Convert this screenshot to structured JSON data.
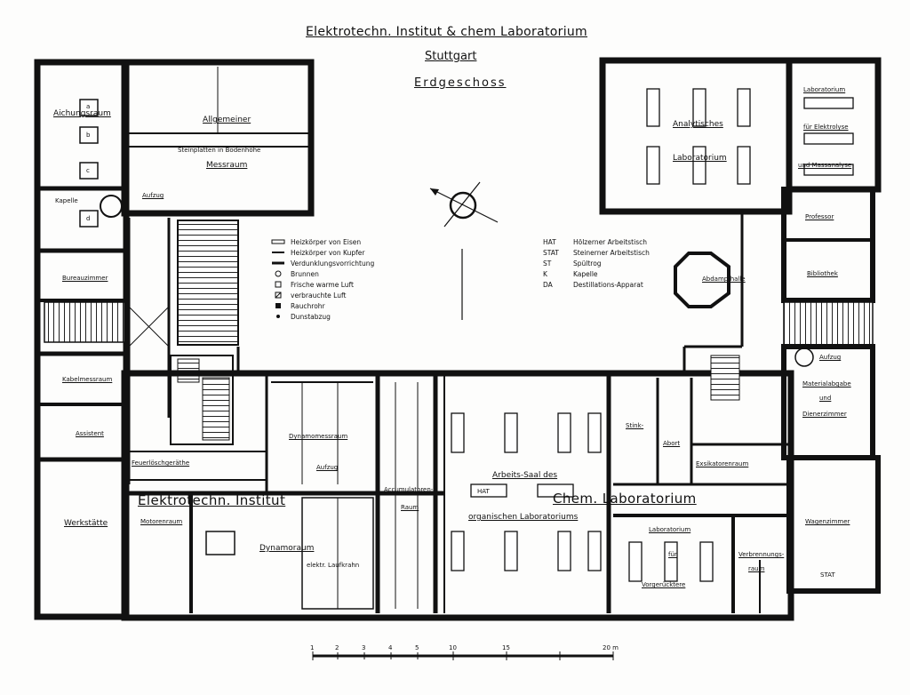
{
  "header": {
    "title": "Elektrotechn. Institut & chem Laboratorium",
    "city": "Stuttgart",
    "floor": "Erdgeschoss"
  },
  "sections": {
    "elektro": "Elektrotechn. Institut",
    "chem": "Chem. Laboratorium"
  },
  "rooms": {
    "aichungsraum": "Aichungsraum",
    "allgemeiner": "Allgemeiner",
    "steinplatten": "Steinplatten in Bodenhöhe",
    "messraum": "Messraum",
    "aufzug1": "Aufzug",
    "kapelle": "Kapelle",
    "bureau": "Bureauzimmer",
    "kabelmessraum": "Kabelmessraum",
    "assistent": "Assistent",
    "feuerloeschgeraethe": "Feuerlöschgeräthe",
    "werkstaette": "Werkstätte",
    "motorenraum": "Motorenraum",
    "dynamoraum": "Dynamoraum",
    "laufkrahn": "elektr. Laufkrahn",
    "dynamomessraum": "Dynamomessraum",
    "aufzug2": "Aufzug",
    "akku1": "Accumulatoren-",
    "akku2": "Raum",
    "arbeitssaal1": "Arbeits-Saal des",
    "arbeitssaal2": "organischen Laboratoriums",
    "stinkraum": "Stink-",
    "abort": "Abort",
    "exsikatorenraum": "Exsikatorenraum",
    "labvorg1": "Laboratorium",
    "labvorg2": "für",
    "labvorg3": "Vorgerücktere",
    "verbrennungsraum1": "Verbrennungs-",
    "verbrennungsraum2": "raum",
    "wagenzimmer": "Wagenzimmer",
    "analyt1": "Analytisches",
    "analyt2": "Laboratorium",
    "labelektro1": "Laboratorium",
    "labelektro2": "für Elektrolyse",
    "labelektro3": "und Massanalyse",
    "professor": "Professor",
    "bibliothek": "Bibliothek",
    "abdampfhalle": "Abdampfhalle",
    "aufzug3": "Aufzug",
    "materialabgabe1": "Materialabgabe",
    "materialabgabe2": "und",
    "materialabgabe3": "Dienerzimmer"
  },
  "marks": {
    "a": "a",
    "b": "b",
    "c": "c",
    "d": "d",
    "stat": "STAT",
    "hat": "HAT"
  },
  "legend_left": [
    {
      "symbol": "heater-iron",
      "text": "Heizkörper von Eisen"
    },
    {
      "symbol": "heater-copper",
      "text": "Heizkörper von Kupfer"
    },
    {
      "symbol": "ventilation",
      "text": "Verdunklungsvorrichtung"
    },
    {
      "symbol": "fountain",
      "text": "Brunnen"
    },
    {
      "symbol": "fresh-air",
      "text": "Frische warme Luft"
    },
    {
      "symbol": "used-air",
      "text": "verbrauchte Luft"
    },
    {
      "symbol": "flue",
      "text": "Rauchrohr"
    },
    {
      "symbol": "vapour-flue",
      "text": "Dunstabzug"
    }
  ],
  "legend_right": [
    {
      "abbr": "HAT",
      "text": "Hölzerner Arbeitstisch"
    },
    {
      "abbr": "STAT",
      "text": "Steinerner Arbeitstisch"
    },
    {
      "abbr": "ST",
      "text": "Spültrog"
    },
    {
      "abbr": "K",
      "text": "Kapelle"
    },
    {
      "abbr": "DA",
      "text": "Destillations-Apparat"
    }
  ],
  "scale_bar": {
    "ticks": [
      "1",
      "2",
      "3",
      "4",
      "5",
      "10",
      "15",
      "20 m"
    ]
  }
}
